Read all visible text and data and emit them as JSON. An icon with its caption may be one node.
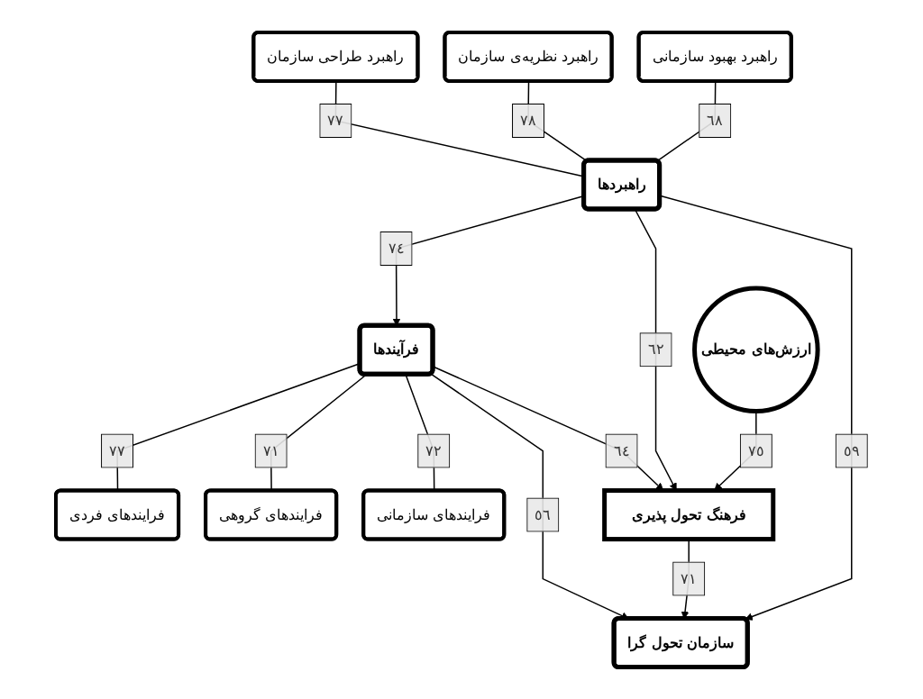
{
  "diagram": {
    "nodes": [
      {
        "text": [
          "ارزش‌های محیطی"
        ]
      },
      {
        "text": [
          "راهبرد بهبود سازمانی"
        ]
      },
      {
        "text": [
          "راهبرد نظریه‌ی سازمان"
        ]
      },
      {
        "text": [
          "راهبرد طراحی سازمان"
        ]
      },
      {
        "text": [
          "راهبردها"
        ]
      },
      {
        "text": [
          "فرآیندها"
        ]
      },
      {
        "text": [
          "فرایندهای فردی"
        ]
      },
      {
        "text": [
          "فرایندهای گروهی"
        ]
      },
      {
        "text": [
          "فرایندهای سازمانی"
        ]
      },
      {
        "text": [
          "فرهنگ تحول پذیری"
        ]
      },
      {
        "text": [
          "سازمان تحول گرا"
        ]
      }
    ],
    "edges": [
      {
        "from": 1,
        "to": 4,
        "arrow": "none",
        "label": "٦٨"
      },
      {
        "from": 2,
        "to": 4,
        "arrow": "none",
        "label": "٧٨"
      },
      {
        "from": 3,
        "to": 4,
        "arrow": "none",
        "label": "٧٧"
      },
      {
        "from": 4,
        "to": 5,
        "arrow": "to",
        "label": "٧٤"
      },
      {
        "from": 5,
        "to": 6,
        "arrow": "none",
        "label": "٧٧"
      },
      {
        "from": 5,
        "to": 7,
        "arrow": "none",
        "label": "٧١"
      },
      {
        "from": 5,
        "to": 8,
        "arrow": "none",
        "label": "٧٢"
      },
      {
        "from": 0,
        "to": 9,
        "arrow": "to",
        "label": "٧٥"
      },
      {
        "from": 4,
        "to": 9,
        "arrow": "to",
        "label": "٦٢"
      },
      {
        "from": 5,
        "to": 9,
        "arrow": "to",
        "label": "٦٤"
      },
      {
        "from": 4,
        "to": 10,
        "arrow": "to",
        "label": "٥٩"
      },
      {
        "from": 9,
        "to": 10,
        "arrow": "to",
        "label": "٧١"
      },
      {
        "from": 5,
        "to": 10,
        "arrow": "to",
        "label": "٥٦"
      }
    ]
  }
}
